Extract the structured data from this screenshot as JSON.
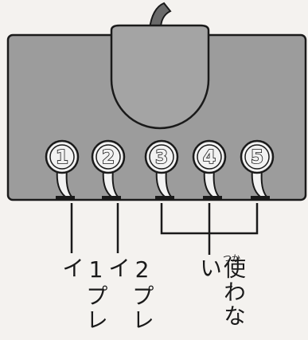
{
  "ports": [
    {
      "number": "1"
    },
    {
      "number": "2"
    },
    {
      "number": "3"
    },
    {
      "number": "4"
    },
    {
      "number": "5"
    }
  ],
  "labels": {
    "player1": "1プレイ",
    "player2": "2プレイ",
    "unused": "使わない",
    "unused_ruby": "つか"
  },
  "colors": {
    "body": "#9c9c9c",
    "outline": "#1a1a1a",
    "port_face": "#f2f2f2",
    "background": "#f4f2ef"
  }
}
